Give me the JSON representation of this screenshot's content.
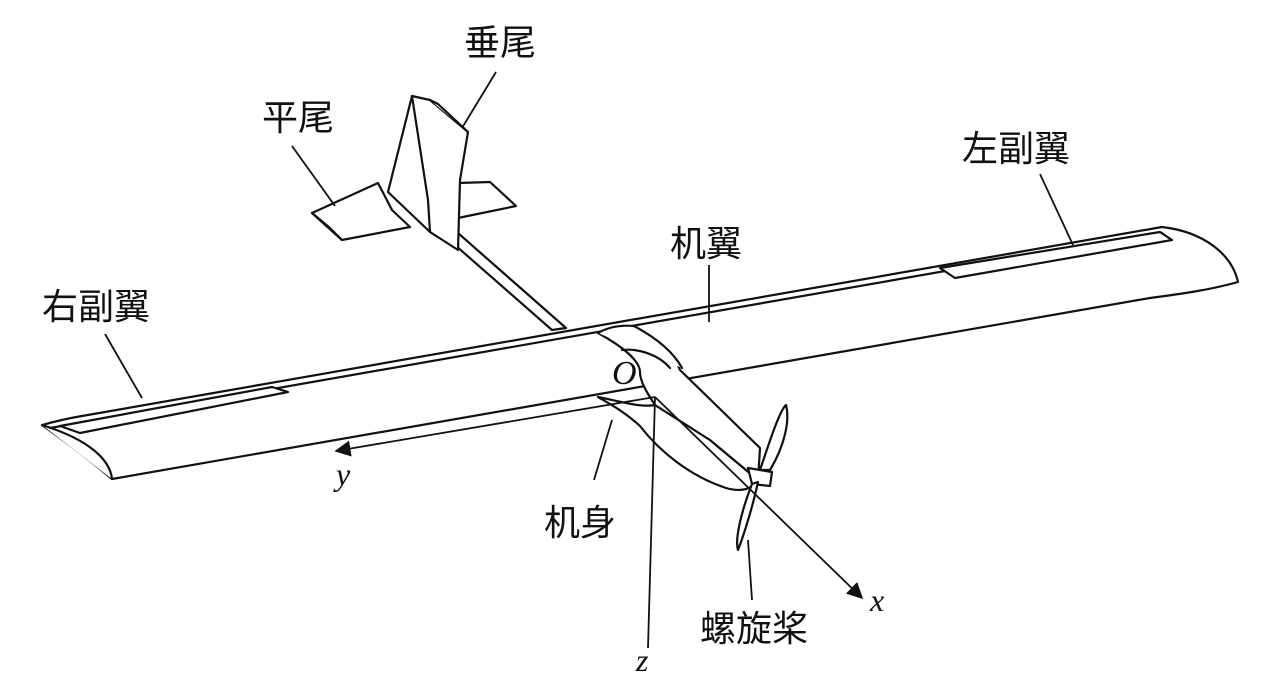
{
  "labels": {
    "vertical_tail": "垂尾",
    "horizontal_tail": "平尾",
    "left_aileron": "左副翼",
    "wing": "机翼",
    "right_aileron": "右副翼",
    "fuselage": "机身",
    "propeller": "螺旋桨"
  },
  "axes": {
    "origin": "O",
    "x": "x",
    "y": "y",
    "z": "z"
  },
  "style": {
    "line_color": "#111111",
    "background": "#ffffff"
  }
}
